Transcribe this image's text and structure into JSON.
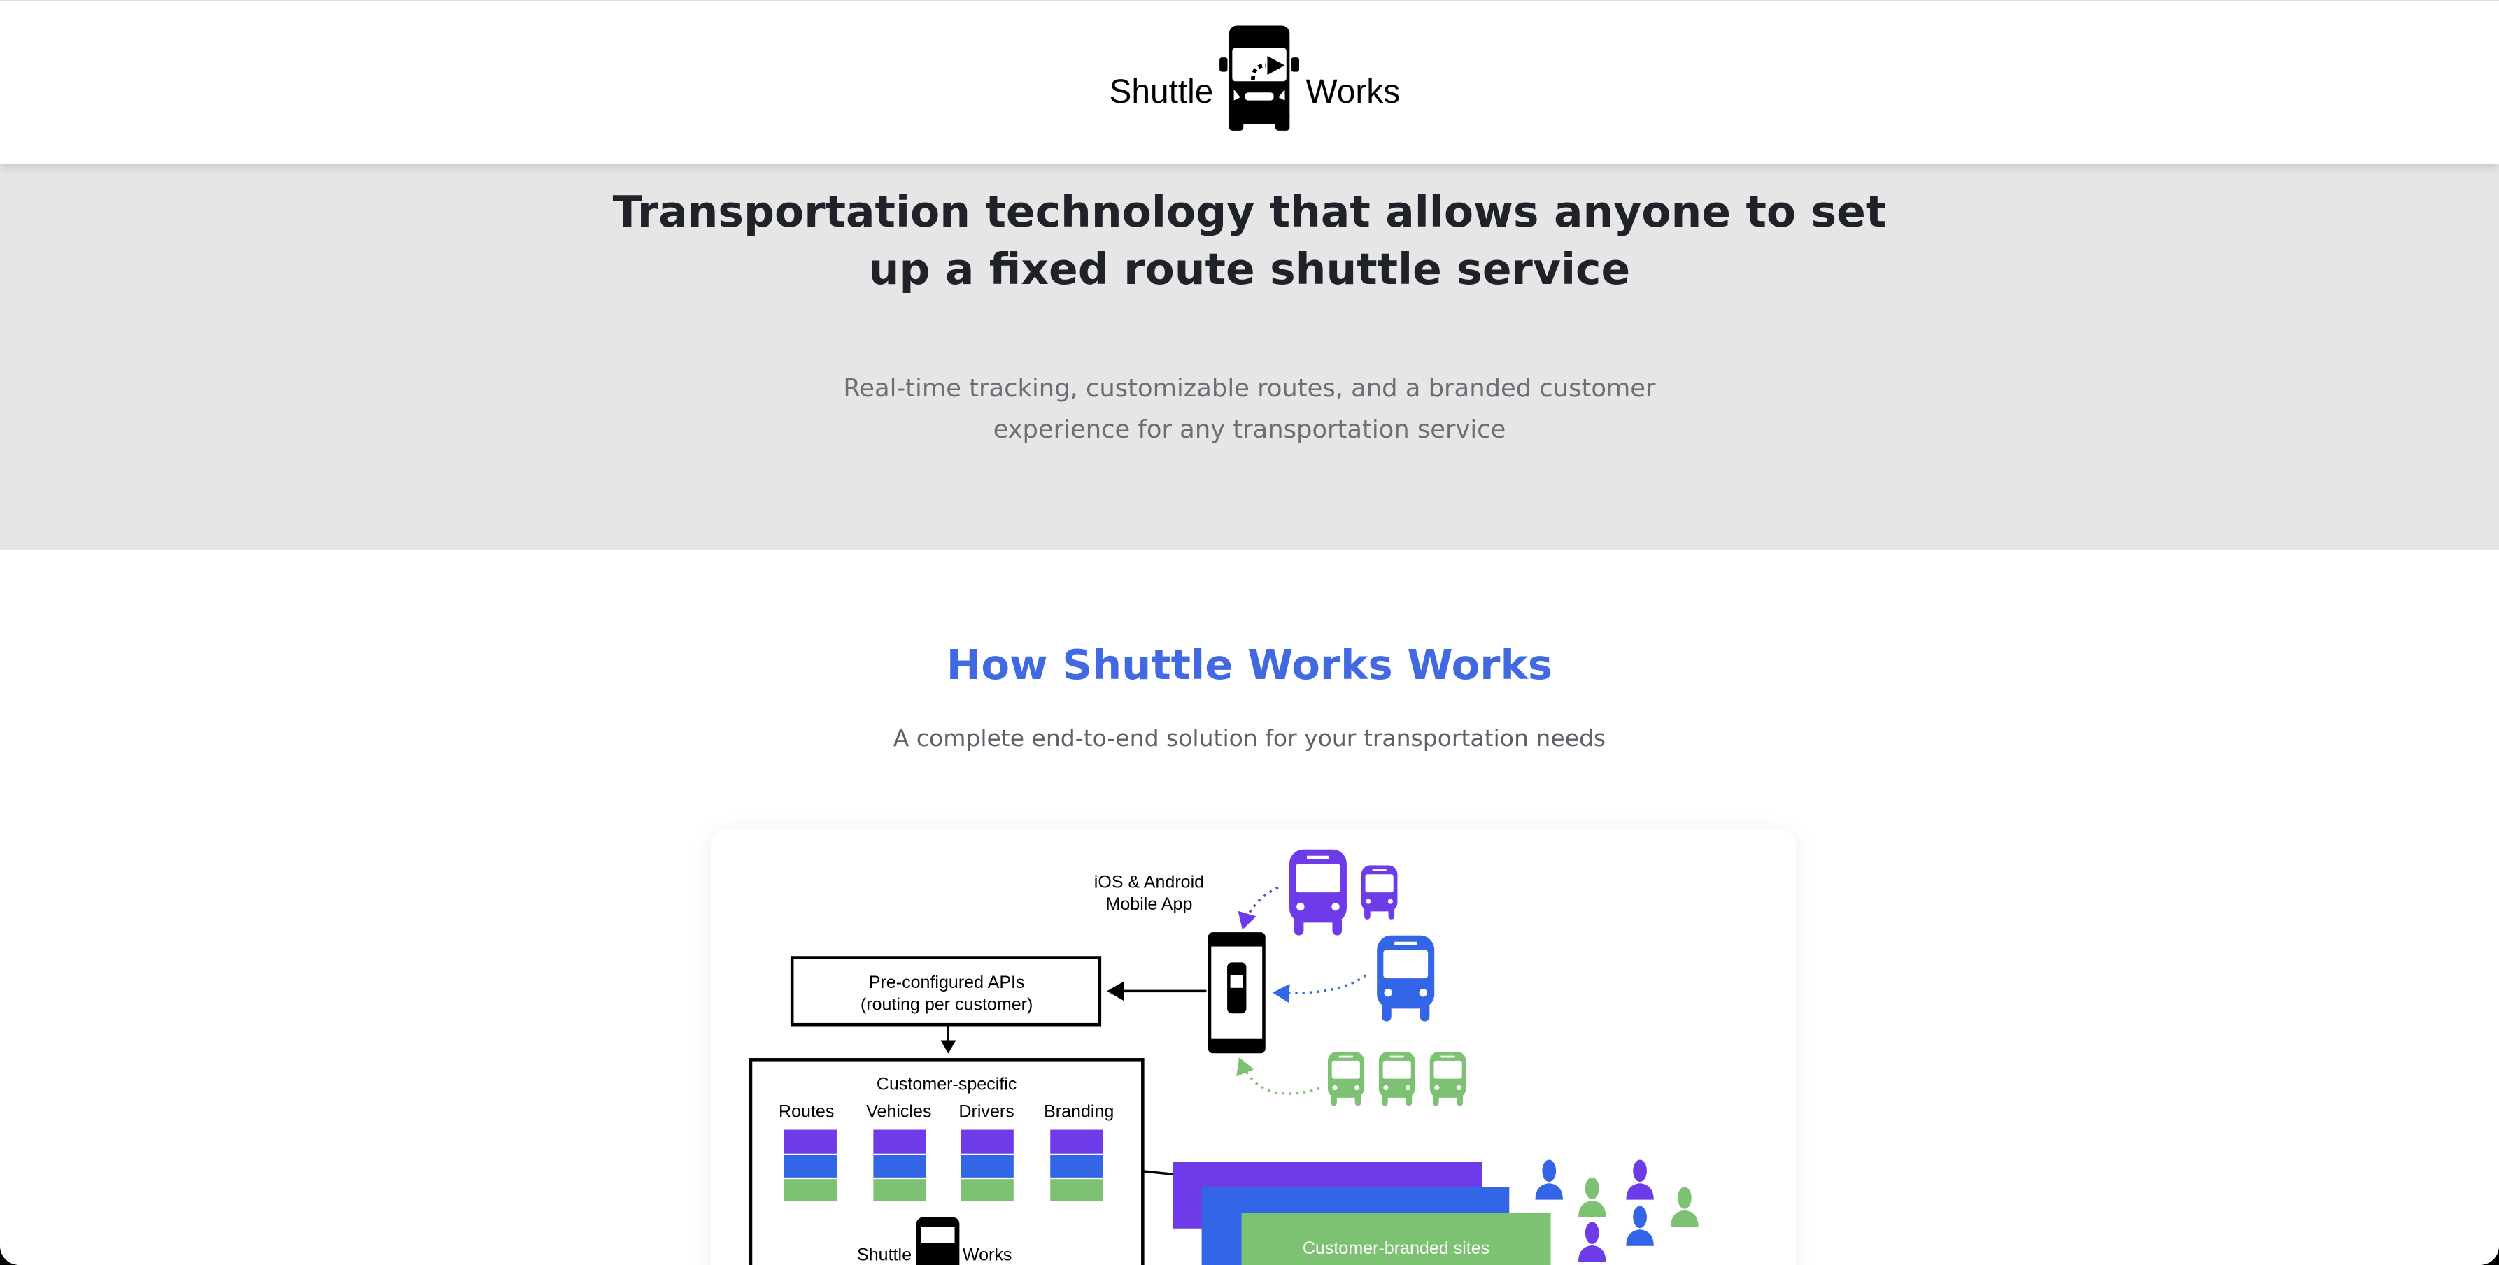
{
  "header": {
    "logo_left": "Shuttle",
    "logo_right": "Works"
  },
  "hero": {
    "title": "Transportation technology that allows anyone to set up a fixed route shuttle service",
    "subtitle": "Real-time tracking, customizable routes, and a branded customer experience for any transportation service"
  },
  "how": {
    "title": "How Shuttle Works Works",
    "subtitle": "A complete end-to-end solution for your transportation needs"
  },
  "diagram": {
    "mobile_app_line1": "iOS & Android",
    "mobile_app_line2": "Mobile App",
    "api_line1": "Pre-configured APIs",
    "api_line2": "(routing per customer)",
    "customer_specific": "Customer-specific",
    "columns": [
      "Routes",
      "Vehicles",
      "Drivers",
      "Branding"
    ],
    "logo_left": "Shuttle",
    "logo_right": "Works",
    "sites_label": "Customer-branded sites"
  },
  "colors": {
    "purple": "#6e3be8",
    "blue": "#3366e6",
    "green": "#7dc172",
    "accent": "#4169e1",
    "hero_bg": "#e6e6e6"
  }
}
